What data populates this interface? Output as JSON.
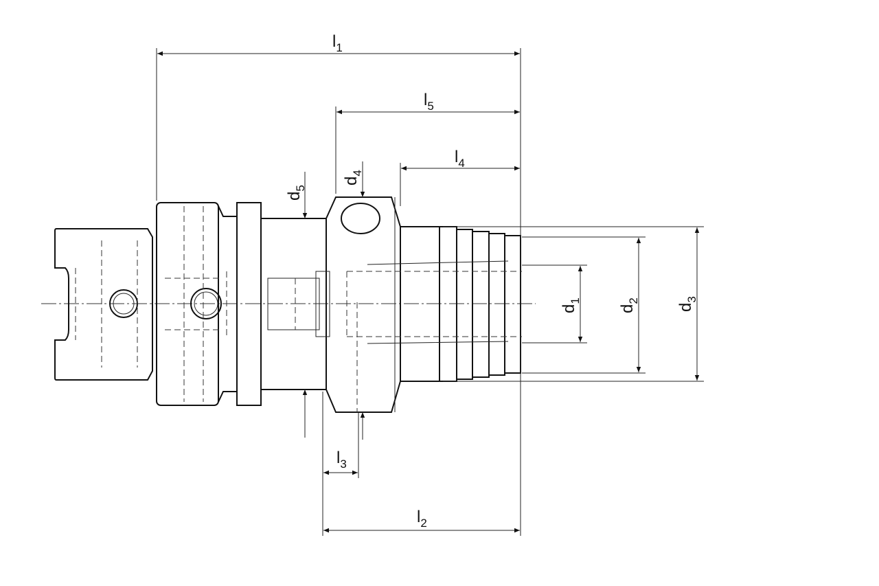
{
  "drawing": {
    "type": "tool holder technical drawing",
    "dimensions": {
      "l1": {
        "symbol": "l",
        "index": "1"
      },
      "l2": {
        "symbol": "l",
        "index": "2"
      },
      "l3": {
        "symbol": "l",
        "index": "3"
      },
      "l4": {
        "symbol": "l",
        "index": "4"
      },
      "l5": {
        "symbol": "l",
        "index": "5"
      },
      "d1": {
        "symbol": "d",
        "index": "1"
      },
      "d2": {
        "symbol": "d",
        "index": "2"
      },
      "d3": {
        "symbol": "d",
        "index": "3"
      },
      "d4": {
        "symbol": "d",
        "index": "4"
      },
      "d5": {
        "symbol": "d",
        "index": "5"
      }
    }
  }
}
